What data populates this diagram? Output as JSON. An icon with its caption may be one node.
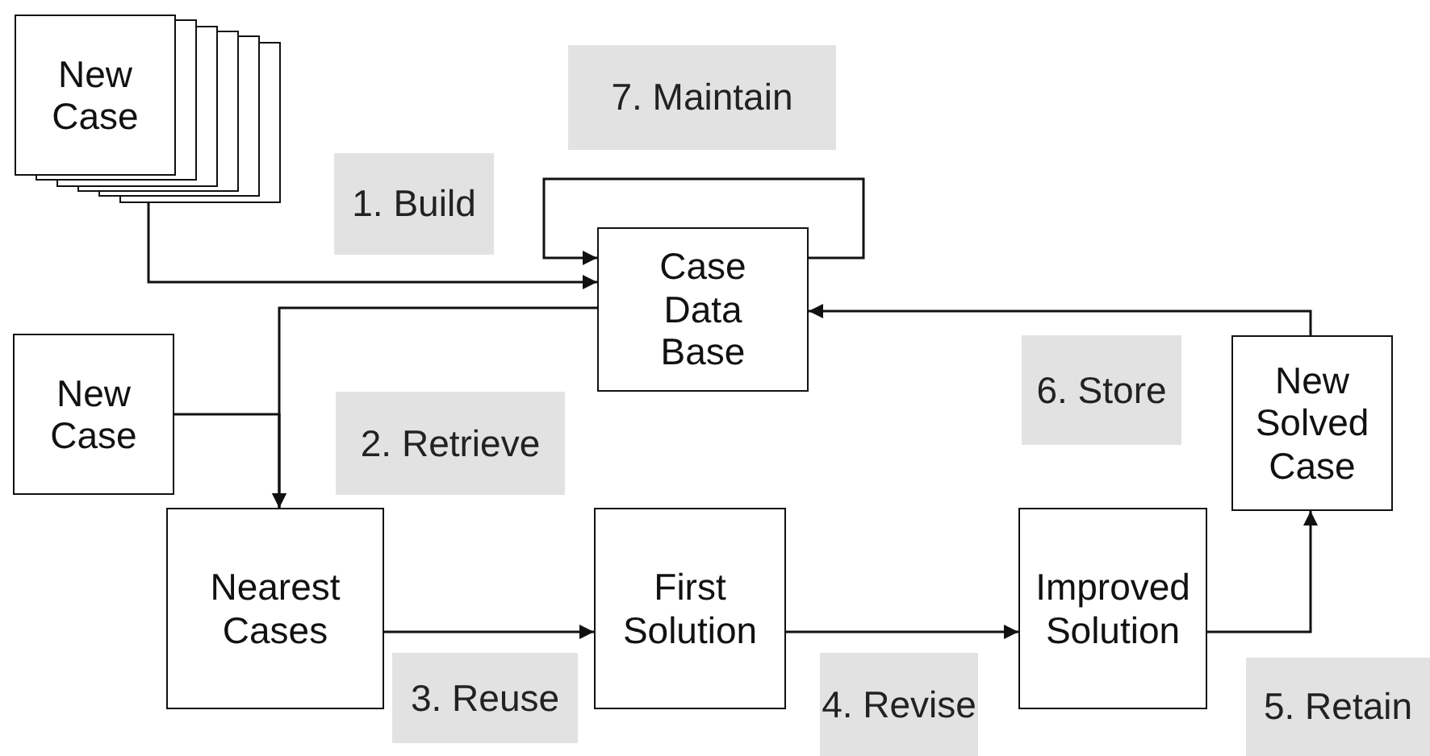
{
  "diagram": {
    "nodes": [
      {
        "text": [
          "New Case"
        ]
      },
      {
        "text": [
          "Case Data Base"
        ]
      },
      {
        "text": [
          "New Case"
        ]
      },
      {
        "text": [
          "Nearest Cases"
        ]
      },
      {
        "text": [
          "First Solution"
        ]
      },
      {
        "text": [
          "Improved Solution"
        ]
      },
      {
        "text": [
          "New Solved Case"
        ]
      }
    ],
    "edges": [
      {
        "from": 0,
        "to": 1,
        "arrow": "to",
        "label": "1. Build"
      },
      {
        "from": 1,
        "to": 1,
        "arrow": "to",
        "label": "7. Maintain"
      },
      {
        "from": 1,
        "to": 3,
        "arrow": "to",
        "label": "2. Retrieve"
      },
      {
        "from": 2,
        "to": 3,
        "arrow": "to"
      },
      {
        "from": 3,
        "to": 4,
        "arrow": "to",
        "label": "3. Reuse"
      },
      {
        "from": 4,
        "to": 5,
        "arrow": "to",
        "label": "4. Revise"
      },
      {
        "from": 5,
        "to": 6,
        "arrow": "to",
        "label": "5. Retain"
      },
      {
        "from": 6,
        "to": 1,
        "arrow": "to",
        "label": "6. Store"
      }
    ]
  }
}
